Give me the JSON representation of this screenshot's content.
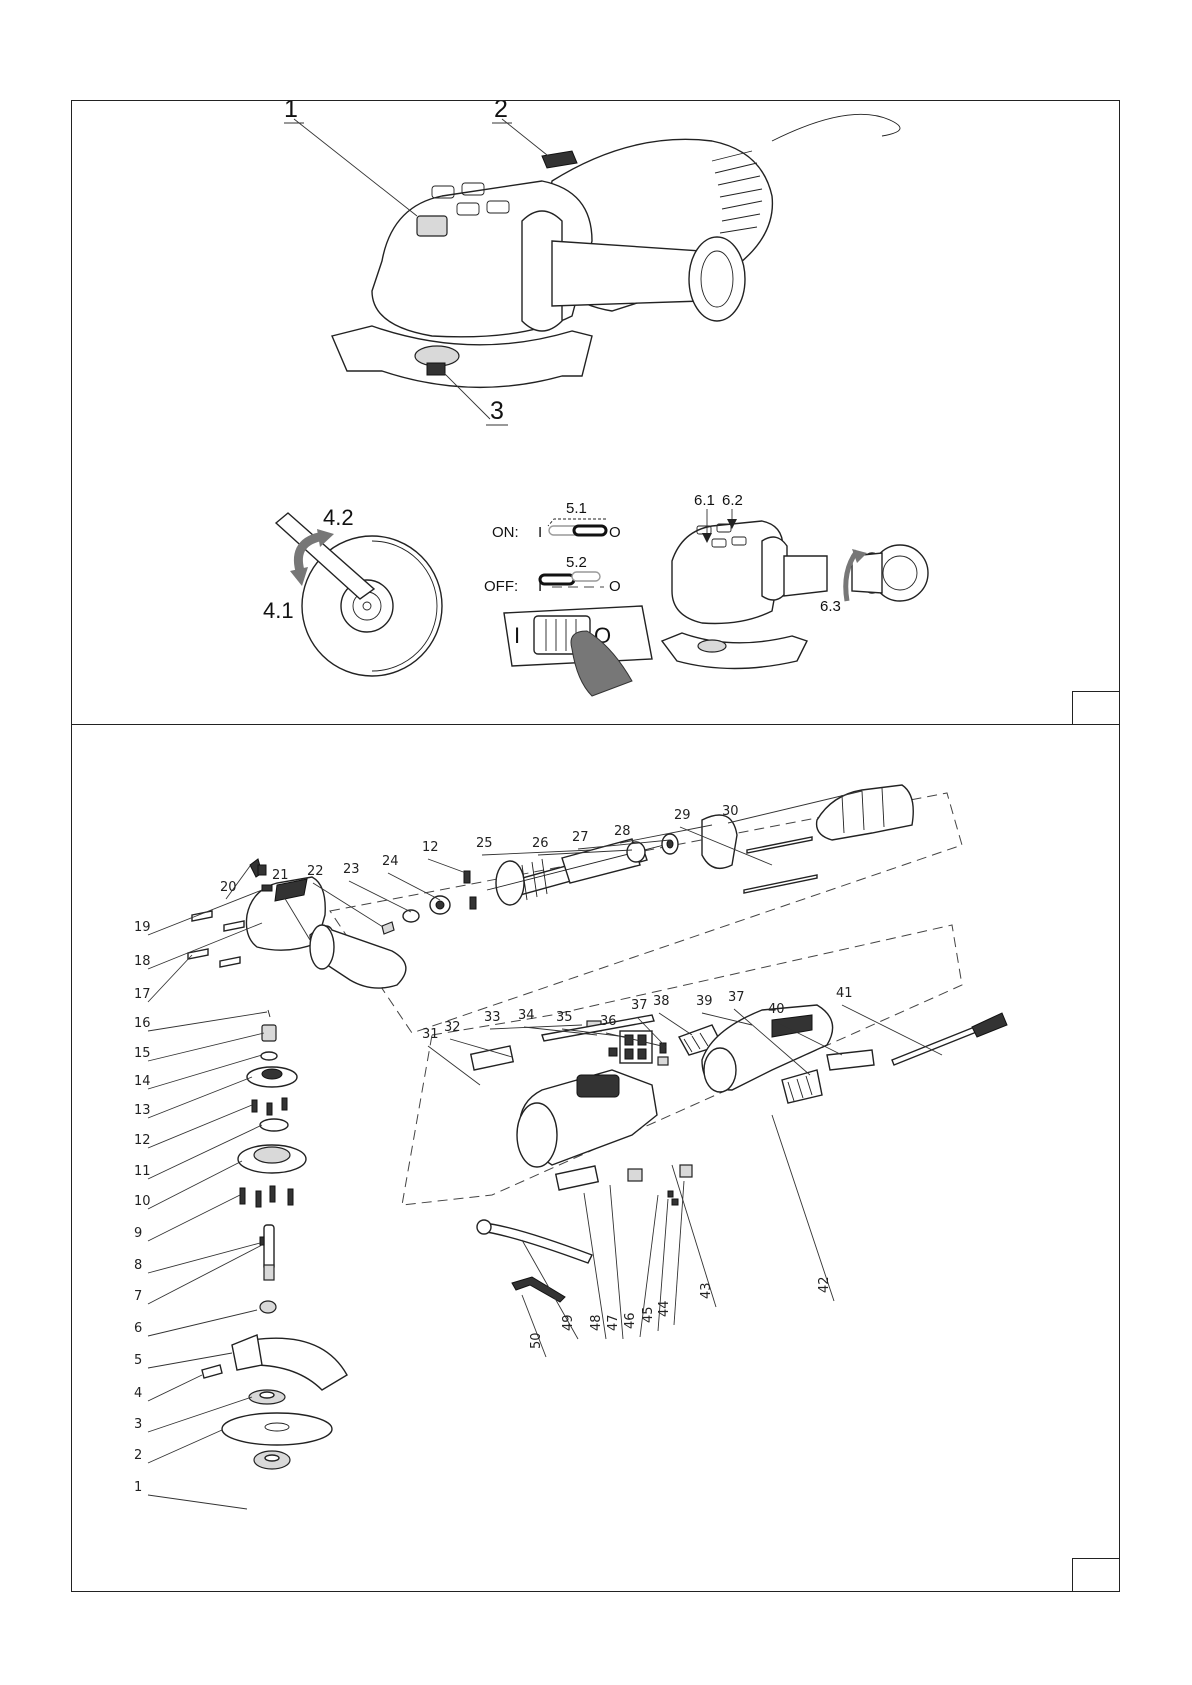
{
  "top_panel": {
    "callouts": [
      "1",
      "2",
      "3"
    ],
    "steps": {
      "disc_rotation": [
        "4.1",
        "4.2"
      ],
      "switch": {
        "on_label": "ON:",
        "off_label": "OFF:",
        "pos_i": "I",
        "pos_o": "O",
        "step_on": "5.1",
        "step_off": "5.2"
      },
      "handle_fitting": [
        "6.1",
        "6.2",
        "6.3"
      ]
    }
  },
  "bottom_panel": {
    "part_numbers": [
      "1",
      "2",
      "3",
      "4",
      "5",
      "6",
      "7",
      "8",
      "9",
      "10",
      "11",
      "12",
      "13",
      "14",
      "15",
      "16",
      "17",
      "18",
      "19",
      "20",
      "21",
      "22",
      "23",
      "24",
      "12",
      "25",
      "26",
      "27",
      "28",
      "29",
      "30",
      "31",
      "32",
      "33",
      "34",
      "35",
      "36",
      "37",
      "38",
      "39",
      "37",
      "40",
      "41",
      "42",
      "43",
      "44",
      "45",
      "46",
      "47",
      "48",
      "49",
      "50"
    ]
  }
}
